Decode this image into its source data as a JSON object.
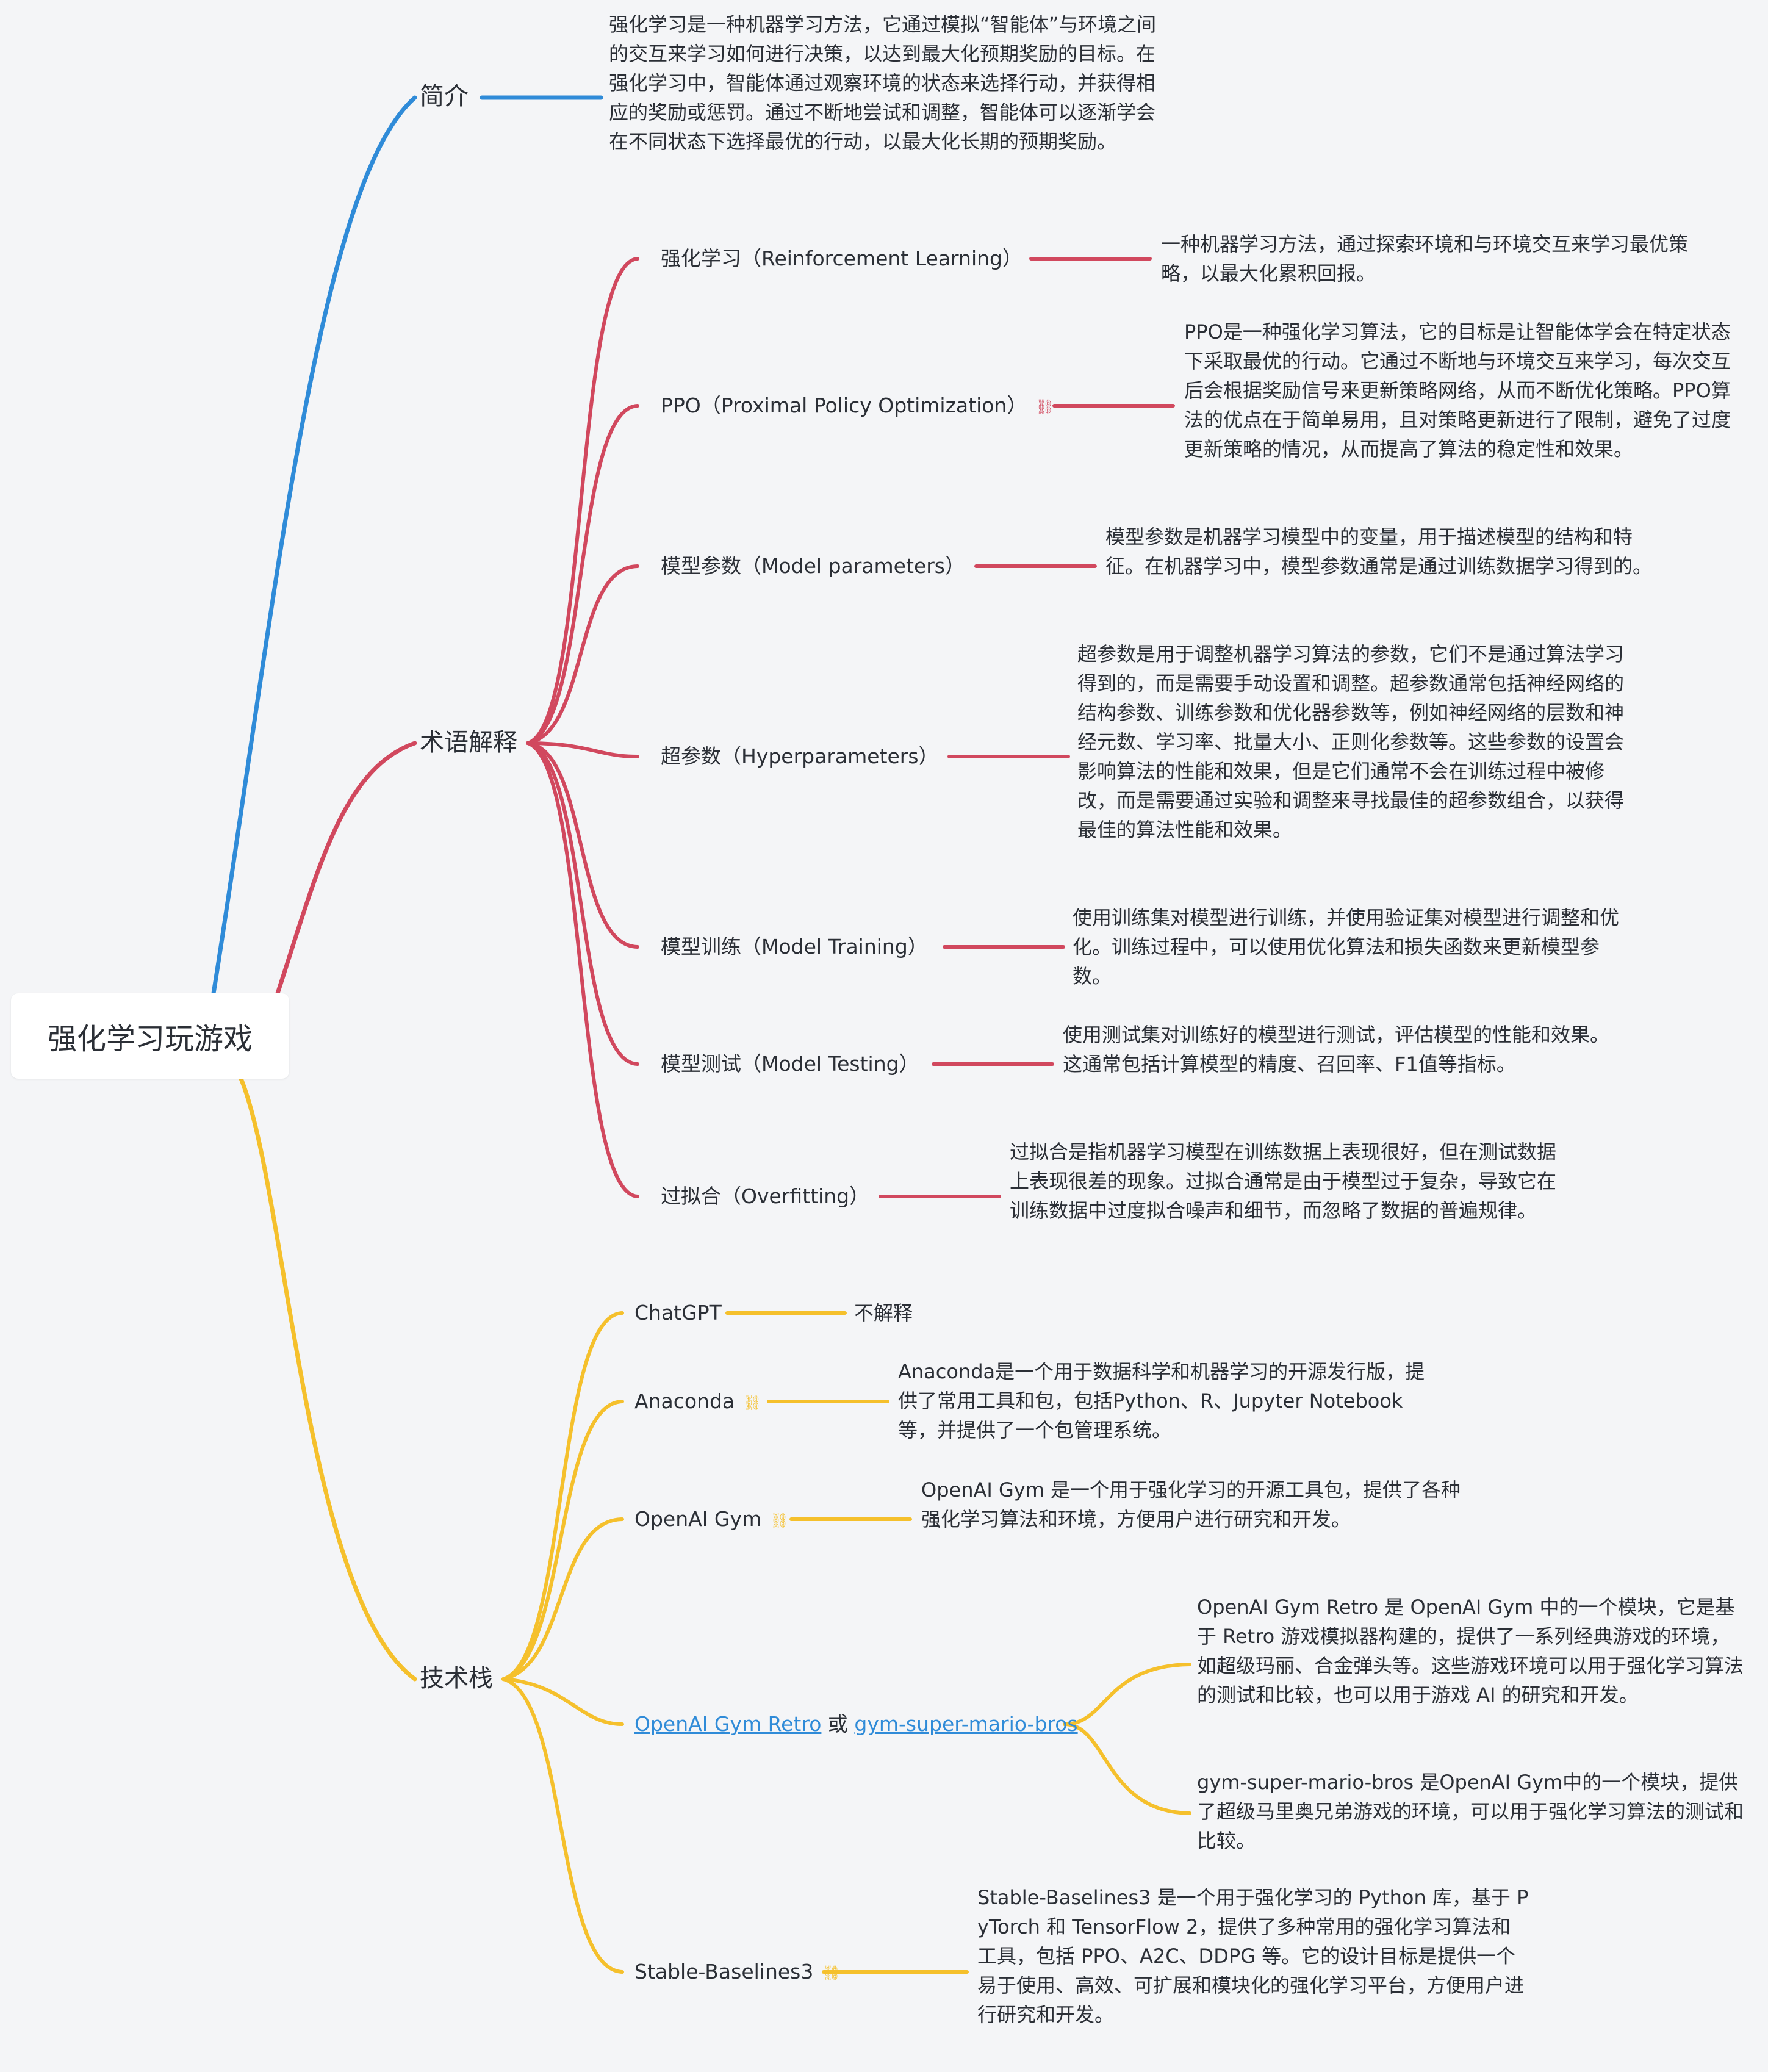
{
  "colors": {
    "blue": "#2f8bd8",
    "red": "#d1485e",
    "yellow": "#f5c02c",
    "link_blue": "#2f8bd8",
    "text": "#2b2f36"
  },
  "root": {
    "label": "强化学习玩游戏"
  },
  "intro": {
    "label": "简介",
    "text": "强化学习是一种机器学习方法，它通过模拟“智能体”与环境之间的交互来学习如何进行决策，以达到最大化预期奖励的目标。在强化学习中，智能体通过观察环境的状态来选择行动，并获得相应的奖励或惩罚。通过不断地尝试和调整，智能体可以逐渐学会在不同状态下选择最优的行动，以最大化长期的预期奖励。"
  },
  "terms": {
    "label": "术语解释",
    "items": [
      {
        "label": "强化学习（Reinforcement Learning）",
        "text": "一种机器学习方法，通过探索环境和与环境交互来学习最优策略，以最大化累积回报。"
      },
      {
        "label": "PPO（Proximal Policy Optimization）",
        "icon": "link-icon",
        "text": "PPO是一种强化学习算法，它的目标是让智能体学会在特定状态下采取最优的行动。它通过不断地与环境交互来学习，每次交互后会根据奖励信号来更新策略网络，从而不断优化策略。PPO算法的优点在于简单易用，且对策略更新进行了限制，避免了过度更新策略的情况，从而提高了算法的稳定性和效果。"
      },
      {
        "label": "模型参数（Model parameters）",
        "text": "模型参数是机器学习模型中的变量，用于描述模型的结构和特征。在机器学习中，模型参数通常是通过训练数据学习得到的。"
      },
      {
        "label": "超参数（Hyperparameters）",
        "text": "超参数是用于调整机器学习算法的参数，它们不是通过算法学习得到的，而是需要手动设置和调整。超参数通常包括神经网络的结构参数、训练参数和优化器参数等，例如神经网络的层数和神经元数、学习率、批量大小、正则化参数等。这些参数的设置会影响算法的性能和效果，但是它们通常不会在训练过程中被修改，而是需要通过实验和调整来寻找最佳的超参数组合，以获得最佳的算法性能和效果。"
      },
      {
        "label": "模型训练（Model Training）",
        "text": "使用训练集对模型进行训练，并使用验证集对模型进行调整和优化。训练过程中，可以使用优化算法和损失函数来更新模型参数。"
      },
      {
        "label": "模型测试（Model Testing）",
        "text": "使用测试集对训练好的模型进行测试，评估模型的性能和效果。这通常包括计算模型的精度、召回率、F1值等指标。"
      },
      {
        "label": "过拟合（Overfitting）",
        "text": "过拟合是指机器学习模型在训练数据上表现很好，但在测试数据上表现很差的现象。过拟合通常是由于模型过于复杂，导致它在训练数据中过度拟合噪声和细节，而忽略了数据的普遍规律。"
      }
    ]
  },
  "stack": {
    "label": "技术栈",
    "items": [
      {
        "label": "ChatGPT",
        "text": "不解释"
      },
      {
        "label": "Anaconda",
        "icon": "link-icon",
        "text": "Anaconda是一个用于数据科学和机器学习的开源发行版，提供了常用工具和包，包括Python、R、Jupyter Notebook等，并提供了一个包管理系统。"
      },
      {
        "label": "OpenAI Gym",
        "icon": "link-icon",
        "text": "OpenAI Gym 是一个用于强化学习的开源工具包，提供了各种强化学习算法和环境，方便用户进行研究和开发。"
      },
      {
        "label_link1": "OpenAI Gym Retro",
        "label_mid": " 或 ",
        "label_link2": "gym-super-mario-bros",
        "texts": [
          "OpenAI Gym Retro 是 OpenAI Gym 中的一个模块，它是基于 Retro 游戏模拟器构建的，提供了一系列经典游戏的环境，如超级玛丽、合金弹头等。这些游戏环境可以用于强化学习算法的测试和比较，也可以用于游戏 AI 的研究和开发。",
          "gym-super-mario-bros 是OpenAI Gym中的一个模块，提供了超级马里奥兄弟游戏的环境，可以用于强化学习算法的测试和比较。"
        ]
      },
      {
        "label": "Stable-Baselines3",
        "icon": "link-icon",
        "text": "Stable-Baselines3 是一个用于强化学习的 Python 库，基于 PyTorch 和 TensorFlow 2，提供了多种常用的强化学习算法和工具，包括 PPO、A2C、DDPG 等。它的设计目标是提供一个易于使用、高效、可扩展和模块化的强化学习平台，方便用户进行研究和开发。"
      }
    ]
  }
}
